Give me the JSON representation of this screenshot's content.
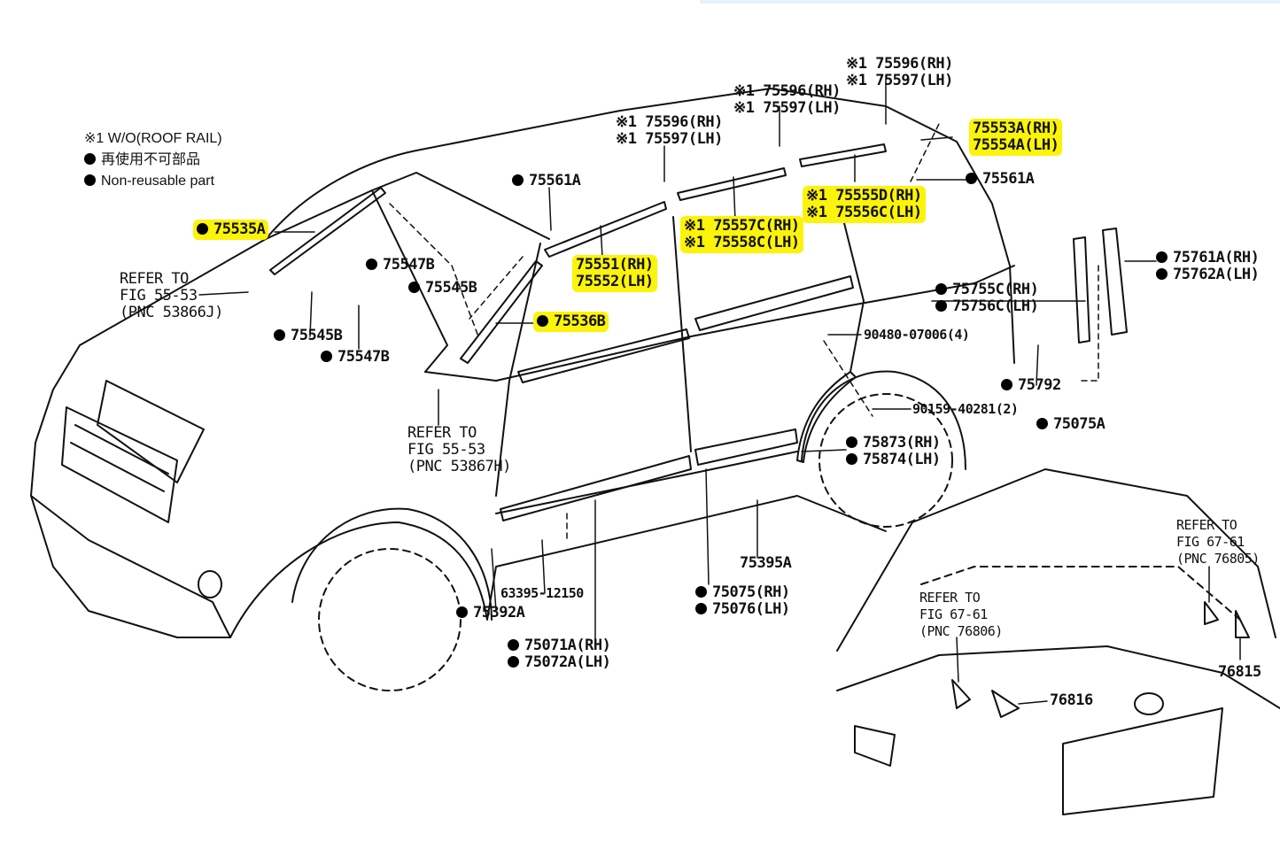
{
  "legend": {
    "note": "※1 W/O(ROOF RAIL)",
    "jp": "再使用不可部品",
    "en": "Non-reusable part"
  },
  "colors": {
    "highlight": "#fbf30a",
    "line": "#111111"
  },
  "labels": {
    "p75535A": "75535A",
    "ref1": [
      "REFER TO",
      "FIG 55-53",
      "(PNC 53866J)"
    ],
    "p75547B_a": "75547B",
    "p75545B_a": "75545B",
    "p75545B_b": "75545B",
    "p75547B_b": "75547B",
    "p75561A_a": "75561A",
    "roof1": [
      "※1 75596(RH)",
      "※1 75597(LH)"
    ],
    "roof2": [
      "※1 75596(RH)",
      "※1 75597(LH)"
    ],
    "roof3": [
      "※1 75596(RH)",
      "※1 75597(LH)"
    ],
    "p75553A": [
      "75553A(RH)",
      "75554A(LH)"
    ],
    "p75561A_b": "75561A",
    "p75555D": [
      "※1 75555D(RH)",
      "※1 75556C(LH)"
    ],
    "p75557C": [
      "※1 75557C(RH)",
      "※1 75558C(LH)"
    ],
    "p75551": [
      "75551(RH)",
      "75552(LH)"
    ],
    "p75536B": "75536B",
    "p75761A": [
      "75761A(RH)",
      "75762A(LH)"
    ],
    "p75755C": [
      "75755C(RH)",
      "75756C(LH)"
    ],
    "p90480": "90480-07006(4)",
    "p75792": "75792",
    "p90159": "90159-40281(2)",
    "p75075A": "75075A",
    "p75873": [
      "75873(RH)",
      "75874(LH)"
    ],
    "ref2": [
      "REFER TO",
      "FIG 55-53",
      "(PNC 53867H)"
    ],
    "p75395A": "75395A",
    "p75075": [
      "75075(RH)",
      "75076(LH)"
    ],
    "p63395": "63395-12150",
    "p75392A": "75392A",
    "p75071A": [
      "75071A(RH)",
      "75072A(LH)"
    ],
    "ref3": [
      "REFER TO",
      "FIG 67-61",
      "(PNC 76805)"
    ],
    "ref4": [
      "REFER TO",
      "FIG 67-61",
      "(PNC 76806)"
    ],
    "p76815": "76815",
    "p76816": "76816"
  }
}
